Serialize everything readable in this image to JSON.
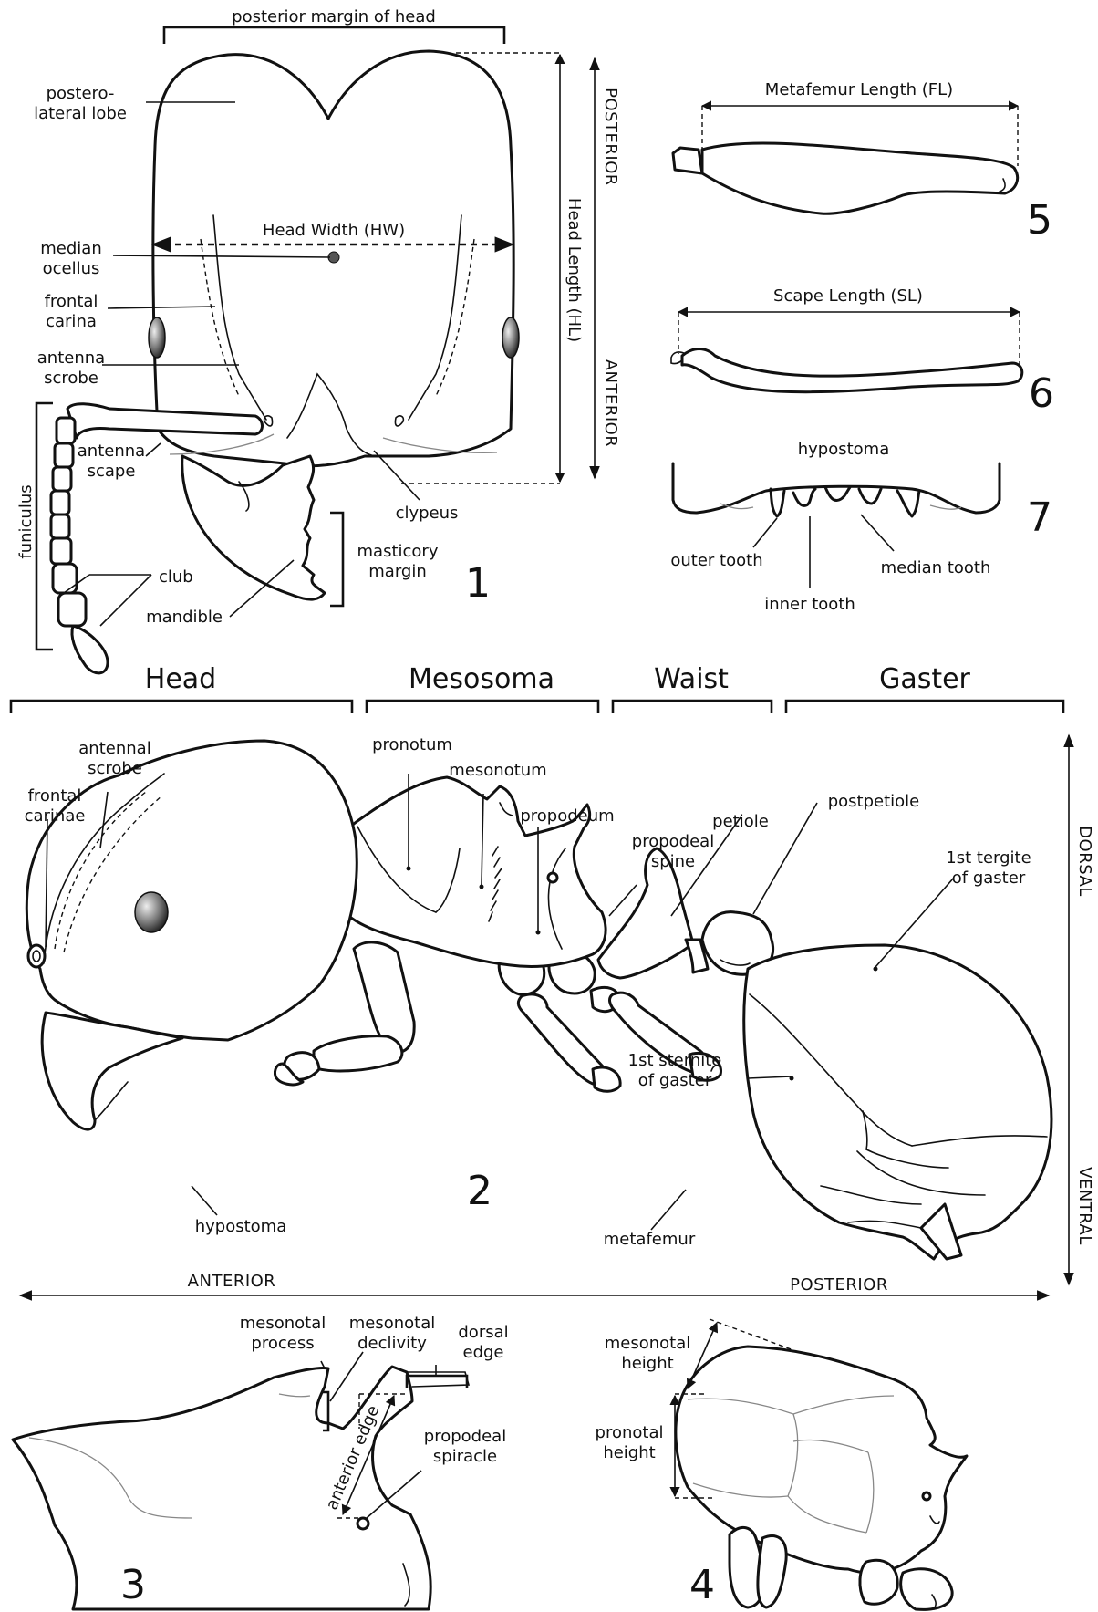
{
  "fig1": {
    "posterior_margin": "posterior margin of head",
    "posterolateral_1": "postero-",
    "posterolateral_2": "lateral lobe",
    "head_width": "Head Width (HW)",
    "head_length": "Head Length (HL)",
    "median_ocellus_1": "median",
    "median_ocellus_2": "ocellus",
    "frontal_carina_1": "frontal",
    "frontal_carina_2": "carina",
    "antenna_scrobe_1": "antenna",
    "antenna_scrobe_2": "scrobe",
    "antenna_scape_1": "antenna",
    "antenna_scape_2": "scape",
    "funiculus": "funiculus",
    "club": "club",
    "mandible": "mandible",
    "clypeus": "clypeus",
    "masticory_1": "masticory",
    "masticory_2": "margin",
    "posterior_dir": "POSTERIOR",
    "anterior_dir": "ANTERIOR",
    "number": "1"
  },
  "fig5": {
    "label": "Metafemur Length (FL)",
    "number": "5"
  },
  "fig6": {
    "label": "Scape Length (SL)",
    "number": "6"
  },
  "fig7": {
    "title": "hypostoma",
    "outer_tooth": "outer tooth",
    "median_tooth": "median tooth",
    "inner_tooth": "inner tooth",
    "number": "7"
  },
  "fig2": {
    "sections": [
      "Head",
      "Mesosoma",
      "Waist",
      "Gaster"
    ],
    "antennal_scrobe_1": "antennal",
    "antennal_scrobe_2": "scrobe",
    "frontal_carinae_1": "frontal",
    "frontal_carinae_2": "carinae",
    "pronotum": "pronotum",
    "mesonotum": "mesonotum",
    "propodeum": "propodeum",
    "propodeal_spine_1": "propodeal",
    "propodeal_spine_2": "spine",
    "petiole": "petiole",
    "postpetiole": "postpetiole",
    "tergite_1": "1st tergite",
    "tergite_2": "of gaster",
    "sternite_1": "1st sternite",
    "sternite_2": "of gaster",
    "hypostoma": "hypostoma",
    "metafemur": "metafemur",
    "dorsal": "DORSAL",
    "ventral": "VENTRAL",
    "anterior": "ANTERIOR",
    "posterior": "POSTERIOR",
    "number": "2"
  },
  "fig3": {
    "mesonotal_process_1": "mesonotal",
    "mesonotal_process_2": "process",
    "mesonotal_declivity_1": "mesonotal",
    "mesonotal_declivity_2": "declivity",
    "dorsal_edge_1": "dorsal",
    "dorsal_edge_2": "edge",
    "anterior_edge": "anterior edge",
    "propodeal_spiracle_1": "propodeal",
    "propodeal_spiracle_2": "spiracle",
    "number": "3"
  },
  "fig4": {
    "mesonotal_height_1": "mesonotal",
    "mesonotal_height_2": "height",
    "pronotal_height_1": "pronotal",
    "pronotal_height_2": "height",
    "number": "4"
  }
}
